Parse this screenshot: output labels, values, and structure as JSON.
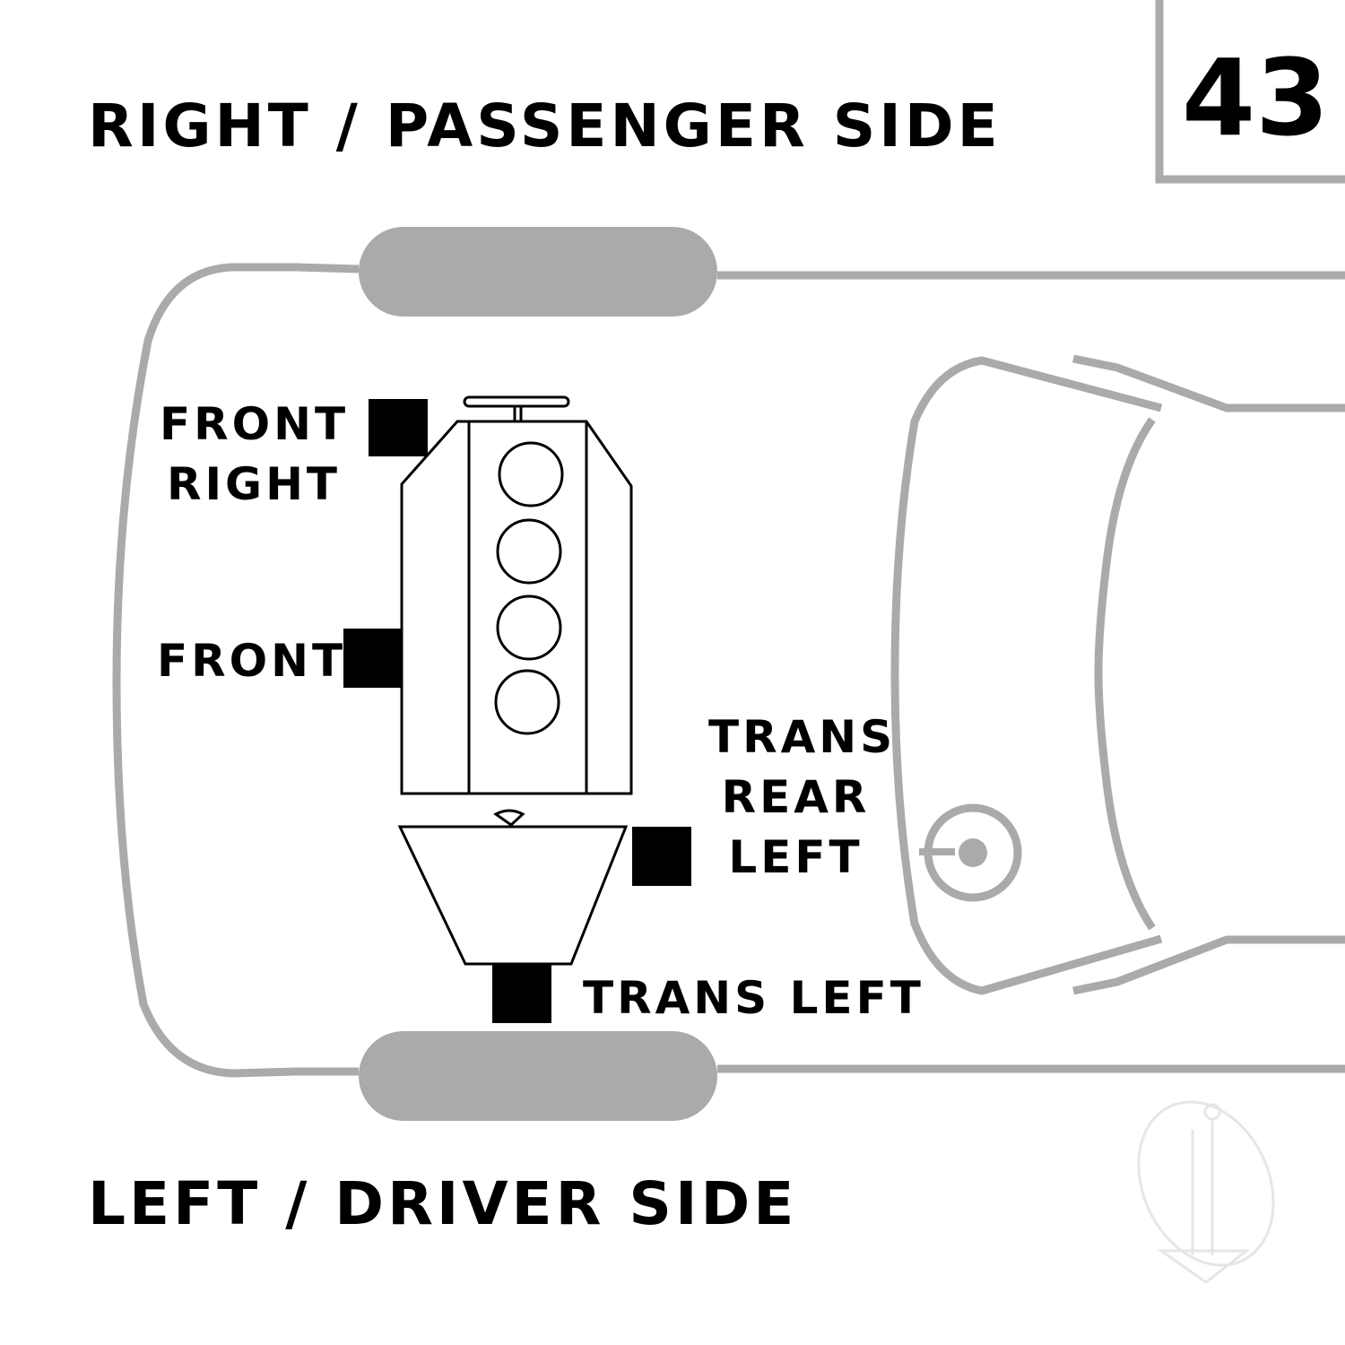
{
  "diagram_number": "43",
  "sides": {
    "top": "RIGHT / PASSENGER SIDE",
    "bottom": "LEFT / DRIVER SIDE"
  },
  "mounts": {
    "front_right": [
      "FRONT",
      "RIGHT"
    ],
    "front": "FRONT",
    "trans_rear_left": [
      "TRANS",
      "REAR",
      "LEFT"
    ],
    "trans_left": "TRANS LEFT"
  },
  "colors": {
    "outline": "#aaaaaa",
    "ink": "#000000",
    "mount": "#000000",
    "watermark": "#e6e6e6"
  }
}
